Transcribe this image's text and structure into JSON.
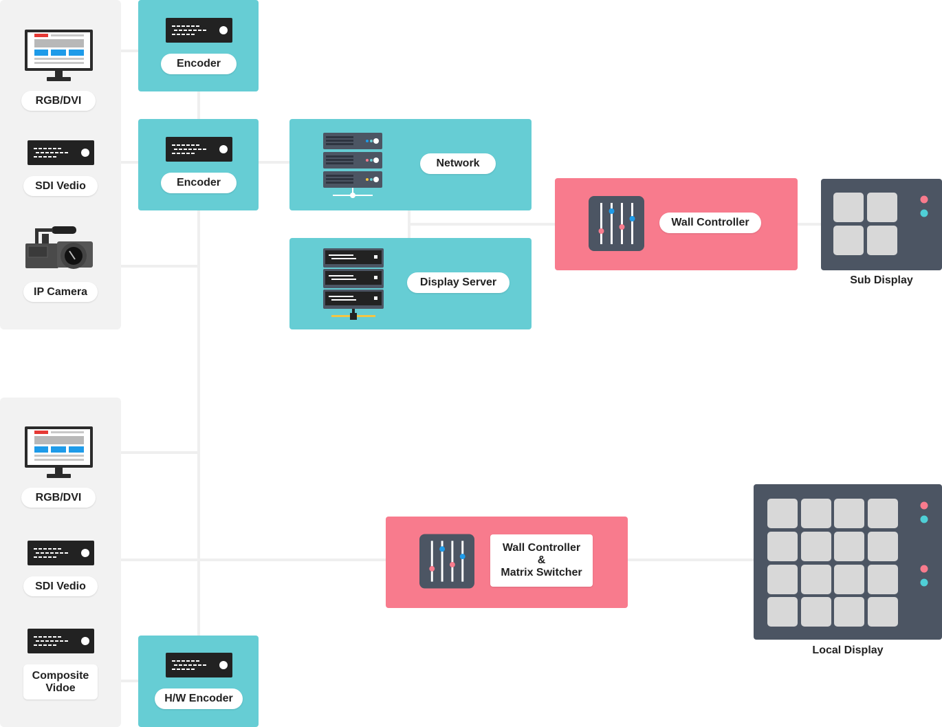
{
  "sources_top": {
    "rgb_dvi": "RGB/DVI",
    "sdi": "SDI Vedio",
    "ip_camera": "IP Camera"
  },
  "sources_bottom": {
    "rgb_dvi": "RGB/DVI",
    "sdi": "SDI Vedio",
    "composite_line1": "Composite",
    "composite_line2": "Vidoe"
  },
  "encoders": {
    "encoder_1": "Encoder",
    "encoder_2": "Encoder",
    "hw_encoder": "H/W Encoder"
  },
  "network": {
    "label": "Network"
  },
  "display_server": {
    "label": "Display Server"
  },
  "wall_controller": {
    "label": "Wall Controller"
  },
  "wall_matrix": {
    "line1": "Wall Controller",
    "line2": "&",
    "line3": "Matrix Switcher"
  },
  "sub_display": {
    "label": "Sub Display"
  },
  "local_display": {
    "label": "Local Display"
  },
  "colors": {
    "teal": "#66cdd4",
    "pink": "#f87b8d",
    "dark": "#4c5563",
    "panel": "#f2f2f2"
  }
}
